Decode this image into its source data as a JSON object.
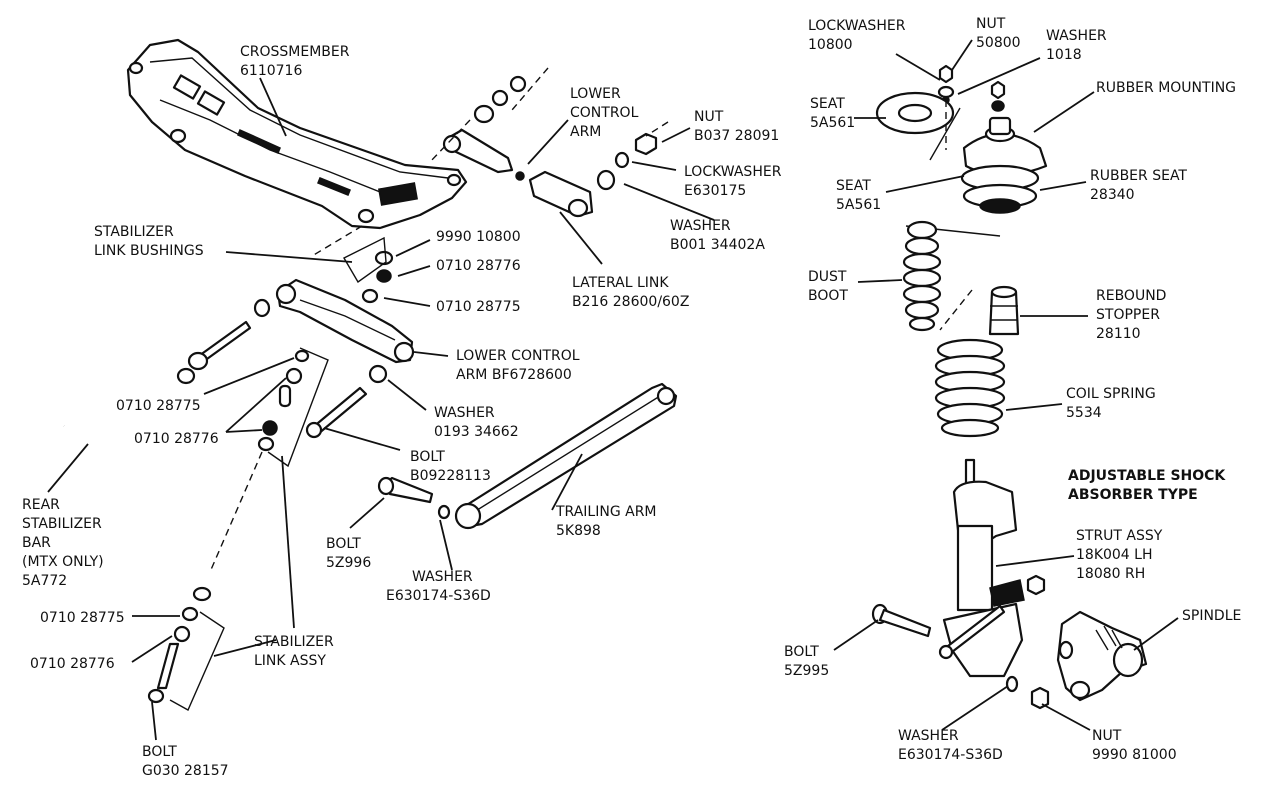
{
  "labels": {
    "crossmember": [
      "CROSSMEMBER",
      "6110716"
    ],
    "lower_control_arm_top": [
      "LOWER",
      "CONTROL",
      "ARM"
    ],
    "nut_top": [
      "NUT",
      "B037 28091"
    ],
    "lockwasher_top": [
      "LOCKWASHER",
      "E630175"
    ],
    "washer_top": [
      "WASHER",
      "B001 34402A"
    ],
    "lateral_link": [
      "LATERAL LINK",
      "B216 28600/60Z"
    ],
    "stabilizer_link_bushings": [
      "STABILIZER",
      "LINK BUSHINGS"
    ],
    "p9990_10800": "9990 10800",
    "p0710_28776_a": "0710 28776",
    "p0710_28775_a": "0710 28775",
    "lower_control_arm_mid": [
      "LOWER CONTROL",
      "ARM BF6728600"
    ],
    "p0710_28775_b": "0710 28775",
    "washer_mid": [
      "WASHER",
      "0193 34662"
    ],
    "p0710_28776_b": "0710 28776",
    "bolt_mid": [
      "BOLT",
      "B09228113"
    ],
    "rear_stabilizer_bar": [
      "REAR",
      "STABILIZER",
      "BAR",
      "(MTX ONLY)",
      "5A772"
    ],
    "trailing_arm": [
      "TRAILING ARM",
      "5K898"
    ],
    "bolt_5z996": [
      "BOLT",
      "5Z996"
    ],
    "washer_bottom_mid": [
      "WASHER",
      "E630174-S36D"
    ],
    "p0710_28775_c": "0710 28775",
    "p0710_28776_c": "0710 28776",
    "stabilizer_link_assy": [
      "STABILIZER",
      "LINK ASSY"
    ],
    "bolt_bottom": [
      "BOLT",
      "G030 28157"
    ],
    "lockwasher_right": [
      "LOCKWASHER",
      "10800"
    ],
    "nut_right": [
      "NUT",
      "50800"
    ],
    "washer_right_top": [
      "WASHER",
      "1018"
    ],
    "seat_upper": [
      "SEAT",
      "5A561"
    ],
    "rubber_mounting": [
      "RUBBER MOUNTING"
    ],
    "seat_lower": [
      "SEAT",
      "5A561"
    ],
    "rubber_seat": [
      "RUBBER SEAT",
      "28340"
    ],
    "dust_boot": [
      "DUST",
      "BOOT"
    ],
    "rebound_stopper": [
      "REBOUND",
      "STOPPER",
      "28110"
    ],
    "coil_spring": [
      "COIL SPRING",
      "5534"
    ],
    "adjustable_shock": [
      "ADJUSTABLE SHOCK",
      "ABSORBER TYPE"
    ],
    "strut_assy": [
      "STRUT ASSY",
      "18K004 LH",
      "18080 RH"
    ],
    "spindle": [
      "SPINDLE"
    ],
    "bolt_5z995": [
      "BOLT",
      "5Z995"
    ],
    "washer_bottom_right": [
      "WASHER",
      "E630174-S36D"
    ],
    "nut_bottom_right": [
      "NUT",
      "9990 81000"
    ]
  }
}
